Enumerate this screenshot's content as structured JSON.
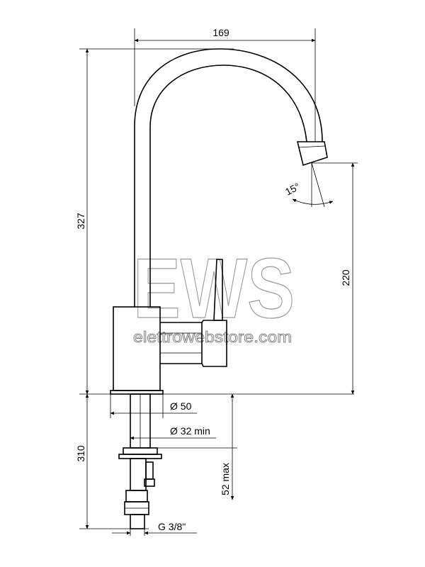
{
  "dimensions": {
    "width_spout": "169",
    "total_height": "327",
    "spout_height": "220",
    "angle": "15°",
    "base_diameter": "Ø 50",
    "hole_diameter": "Ø 32 min",
    "hose_length": "310",
    "max_thickness": "52 max",
    "connection": "G 3/8\""
  },
  "watermark": {
    "logo": "EWS",
    "url": "elettrowebstore.com"
  }
}
